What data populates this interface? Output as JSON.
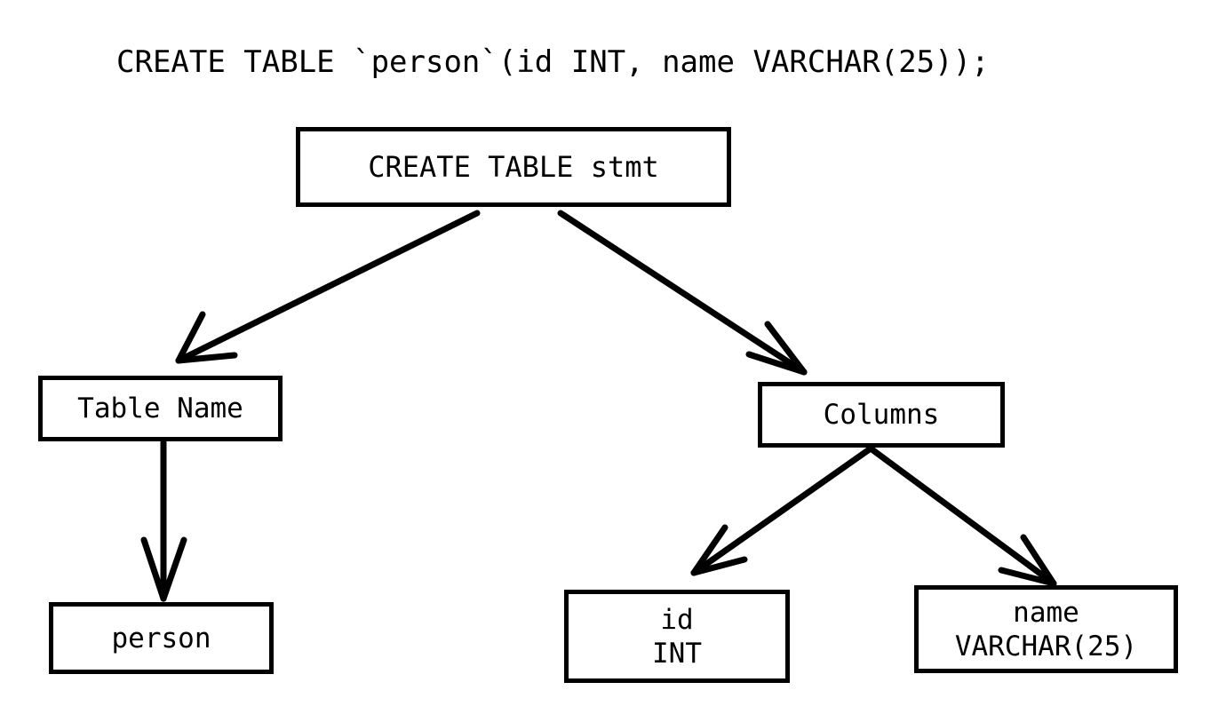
{
  "diagram": {
    "type": "parse-tree",
    "caption": "CREATE TABLE `person`(id INT, name VARCHAR(25));",
    "background_color": "#ffffff",
    "stroke_color": "#000000",
    "nodes": [
      {
        "id": "root",
        "label": "CREATE TABLE stmt",
        "line1": "CREATE TABLE stmt",
        "line2": ""
      },
      {
        "id": "tablename",
        "label": "Table Name",
        "line1": "Table Name",
        "line2": ""
      },
      {
        "id": "columns",
        "label": "Columns",
        "line1": "Columns",
        "line2": ""
      },
      {
        "id": "person",
        "label": "person",
        "line1": "person",
        "line2": ""
      },
      {
        "id": "id",
        "label": "id INT",
        "line1": "id",
        "line2": "INT"
      },
      {
        "id": "name",
        "label": "name VARCHAR(25)",
        "line1": "name",
        "line2": "VARCHAR(25)"
      }
    ],
    "edges": [
      {
        "from": "root",
        "to": "tablename",
        "arrow": "open-v"
      },
      {
        "from": "root",
        "to": "columns",
        "arrow": "open-v"
      },
      {
        "from": "tablename",
        "to": "person",
        "arrow": "open-v"
      },
      {
        "from": "columns",
        "to": "id",
        "arrow": "open-v"
      },
      {
        "from": "columns",
        "to": "name",
        "arrow": "open-v"
      }
    ]
  }
}
